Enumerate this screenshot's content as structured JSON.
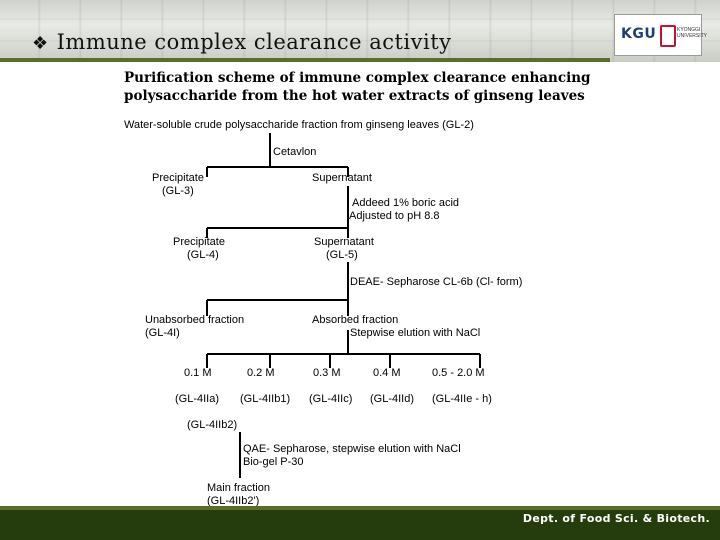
{
  "header": {
    "bullet": "❖",
    "title": "Immune complex clearance activity",
    "logo": {
      "abbr": "KGU",
      "sub": "KYONGGI\nUNIVERSITY"
    }
  },
  "heading": {
    "line1": "Purification scheme of immune complex clearance enhancing",
    "line2": "polysaccharide from the hot water extracts of ginseng leaves"
  },
  "scheme": {
    "start": "Water-soluble crude polysaccharide fraction from ginseng leaves (GL-2)",
    "step1": "Cetavlon",
    "precipitate1": {
      "label": "Precipitate",
      "code": "(GL-3)"
    },
    "supernatant1": "Supernatant",
    "step2_line1": "Addeed 1% boric acid",
    "step2_line2": "Adjusted to pH 8.8",
    "precipitate2": {
      "label": "Precipitate",
      "code": "(GL-4)"
    },
    "supernatant2": {
      "label": "Supernatant",
      "code": "(GL-5)"
    },
    "step3": "DEAE- Sepharose CL-6b (Cl- form)",
    "unabsorbed": {
      "label": "Unabsorbed fraction",
      "code": "(GL-4I)"
    },
    "absorbed": {
      "label": "Absorbed fraction",
      "elution": "Stepwise elution with  NaCl"
    },
    "fractions": [
      {
        "conc": "0.1 M",
        "code": "(GL-4IIa)"
      },
      {
        "conc": "0.2 M",
        "code": "(GL-4IIb1)"
      },
      {
        "conc": "0.3 M",
        "code": "(GL-4IIc)"
      },
      {
        "conc": "0.4 M",
        "code": "(GL-4IId)"
      },
      {
        "conc": "0.5 - 2.0 M",
        "code": "(GL-4IIe - h)"
      }
    ],
    "sub_fraction": "(GL-4IIb2)",
    "step4_line1": "QAE- Sepharose, stepwise elution with NaCl",
    "step4_line2": "Bio-gel P-30",
    "main_fraction": {
      "label": "Main fraction",
      "code": "(GL-4IIb2')"
    }
  },
  "footer": {
    "text": "Dept. of Food Sci. & Biotech."
  }
}
